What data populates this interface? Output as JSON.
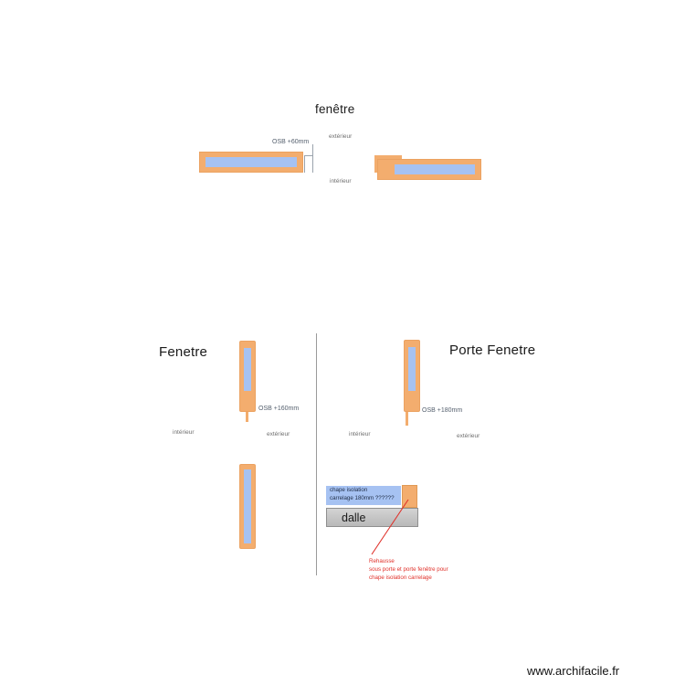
{
  "page": {
    "footer_url": "www.archifacile.fr",
    "accent_orange": "#f3ad6e",
    "accent_blue": "#a6c2f2",
    "annotation_red": "#e0312a",
    "slab_gray": "#c4c4c4"
  },
  "top_section": {
    "title": "fenêtre",
    "dimension_label": "OSB +60mm",
    "side_label_outside": "extérieur",
    "side_label_inside": "intérieur"
  },
  "left_section": {
    "title": "Fenetre",
    "dimension_label": "OSB +160mm",
    "label_inside": "intérieur",
    "label_outside": "extérieur"
  },
  "right_section": {
    "title": "Porte Fenetre",
    "dimension_label": "OSB +180mm",
    "label_inside": "intérieur",
    "label_outside": "extérieur"
  },
  "slab_detail": {
    "chape_line_1": "chape isolation",
    "chape_line_2": "carrelage 180mm ??????",
    "slab_label": "dalle",
    "annotation_line_1": "Rehausse",
    "annotation_line_2": "sous porte et porte fenêtre pour",
    "annotation_line_3": "chape isolation carrelage"
  }
}
